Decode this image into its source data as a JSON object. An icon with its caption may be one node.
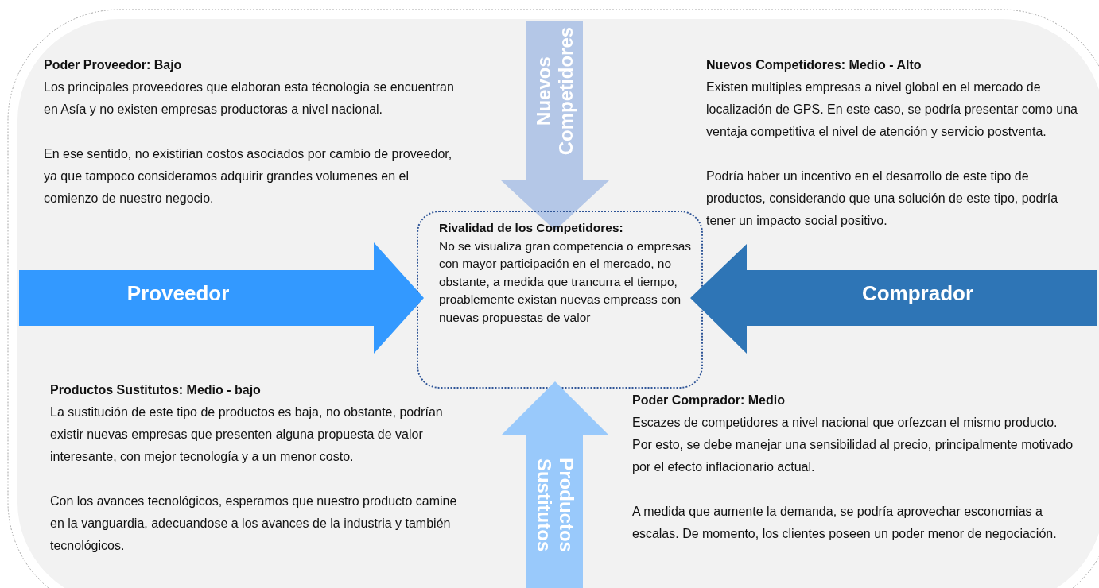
{
  "diagram": {
    "nodes": [
      {
        "text": [
          "Nuevos Competidores"
        ]
      },
      {
        "text": [
          "Rivalidad de los Competidores:",
          "No se visualiza gran competencia o empresas con mayor participación en el mercado, no obstante, a medida que trancurra el tiempo, proablemente existan nuevas empreass con nuevas propuestas de valor"
        ]
      },
      {
        "text": [
          "Proveedor"
        ]
      },
      {
        "text": [
          "Comprador"
        ]
      },
      {
        "text": [
          "Productos Sustitutos"
        ]
      }
    ],
    "labels": [
      "Poder Proveedor: Bajo",
      "Los principales proveedores que elaboran esta técnologia se encuentran en Asía y no existen empresas productoras a nivel nacional.",
      "En ese sentido, no existirian costos asociados por cambio de proveedor, ya que tampoco consideramos adquirir grandes volumenes en el comienzo de nuestro negocio.",
      "Nuevos Competidores: Medio - Alto",
      "Existen multiples empresas a nivel global en el mercado de localización de GPS. En este caso, se podría presentar como una ventaja competitiva el nivel de atención y servicio postventa.",
      "Podría haber un incentivo en el desarrollo de este tipo de productos, considerando que una solución de este tipo, podría tener un impacto social positivo.",
      "Productos Sustitutos: Medio - bajo",
      "La sustitución de este tipo de productos es baja, no obstante, podrían existir nuevas empresas que presenten alguna propuesta de valor interesante, con mejor tecnología y a un menor costo.",
      "Con los avances tecnológicos, esperamos que nuestro producto camine en la vanguardia, adecuandose a los avances de la industria y también tecnológicos.",
      "Poder Comprador: Medio",
      "Escazes de competidores a nivel nacional que orfezcan el mismo producto. Por esto, se debe manejar una sensibilidad al precio, principalmente motivado por el efecto inflacionario actual.",
      "A medida que aumente la demanda, se podría aprovechar esconomias a escalas. De momento, los clientes poseen un poder menor de negociación."
    ]
  }
}
